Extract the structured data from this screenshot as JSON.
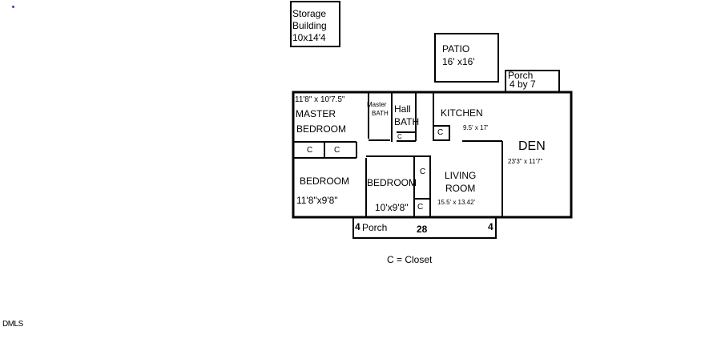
{
  "storage": {
    "title": "Storage",
    "title2": "Building",
    "size": "10x14'4",
    "size_tail": "\""
  },
  "patio": {
    "title": "PATIO",
    "size": "16' x16'"
  },
  "back_porch": {
    "title": "Porch",
    "size": "4 by 7"
  },
  "master_bedroom": {
    "size": "11'8\" x 10'7.5\"",
    "title": "MASTER",
    "title2": "BEDROOM"
  },
  "master_bath": {
    "title": "Master",
    "title2": "BATH"
  },
  "hall_bath": {
    "title": "Hall",
    "title2": "BATH"
  },
  "kitchen": {
    "title": "KITCHEN",
    "size": "9.5' x 17'"
  },
  "den": {
    "title": "DEN",
    "size": "23'3\" x 11'7\""
  },
  "bedroom_left": {
    "title": "BEDROOM",
    "size": "11'8\"x9'8\""
  },
  "bedroom_mid": {
    "title": "BEDROOM",
    "size": "10'x9'8\""
  },
  "living_room": {
    "title": "LIVING",
    "title2": "ROOM",
    "size": "15.5' x 13.42'"
  },
  "front_porch": {
    "left_depth": "4",
    "title": "Porch",
    "length": "28",
    "right_depth": "4"
  },
  "closet_label": "C",
  "legend": "C = Closet",
  "corner_text": "DMLS"
}
